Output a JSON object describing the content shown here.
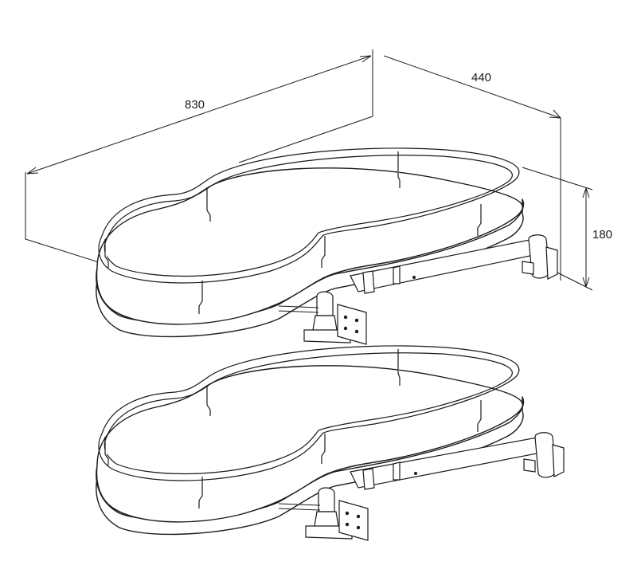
{
  "dimensions": {
    "width_label": "830",
    "depth_label": "440",
    "height_label": "180"
  },
  "colors": {
    "line": "#1a1a1a",
    "background": "#ffffff"
  }
}
